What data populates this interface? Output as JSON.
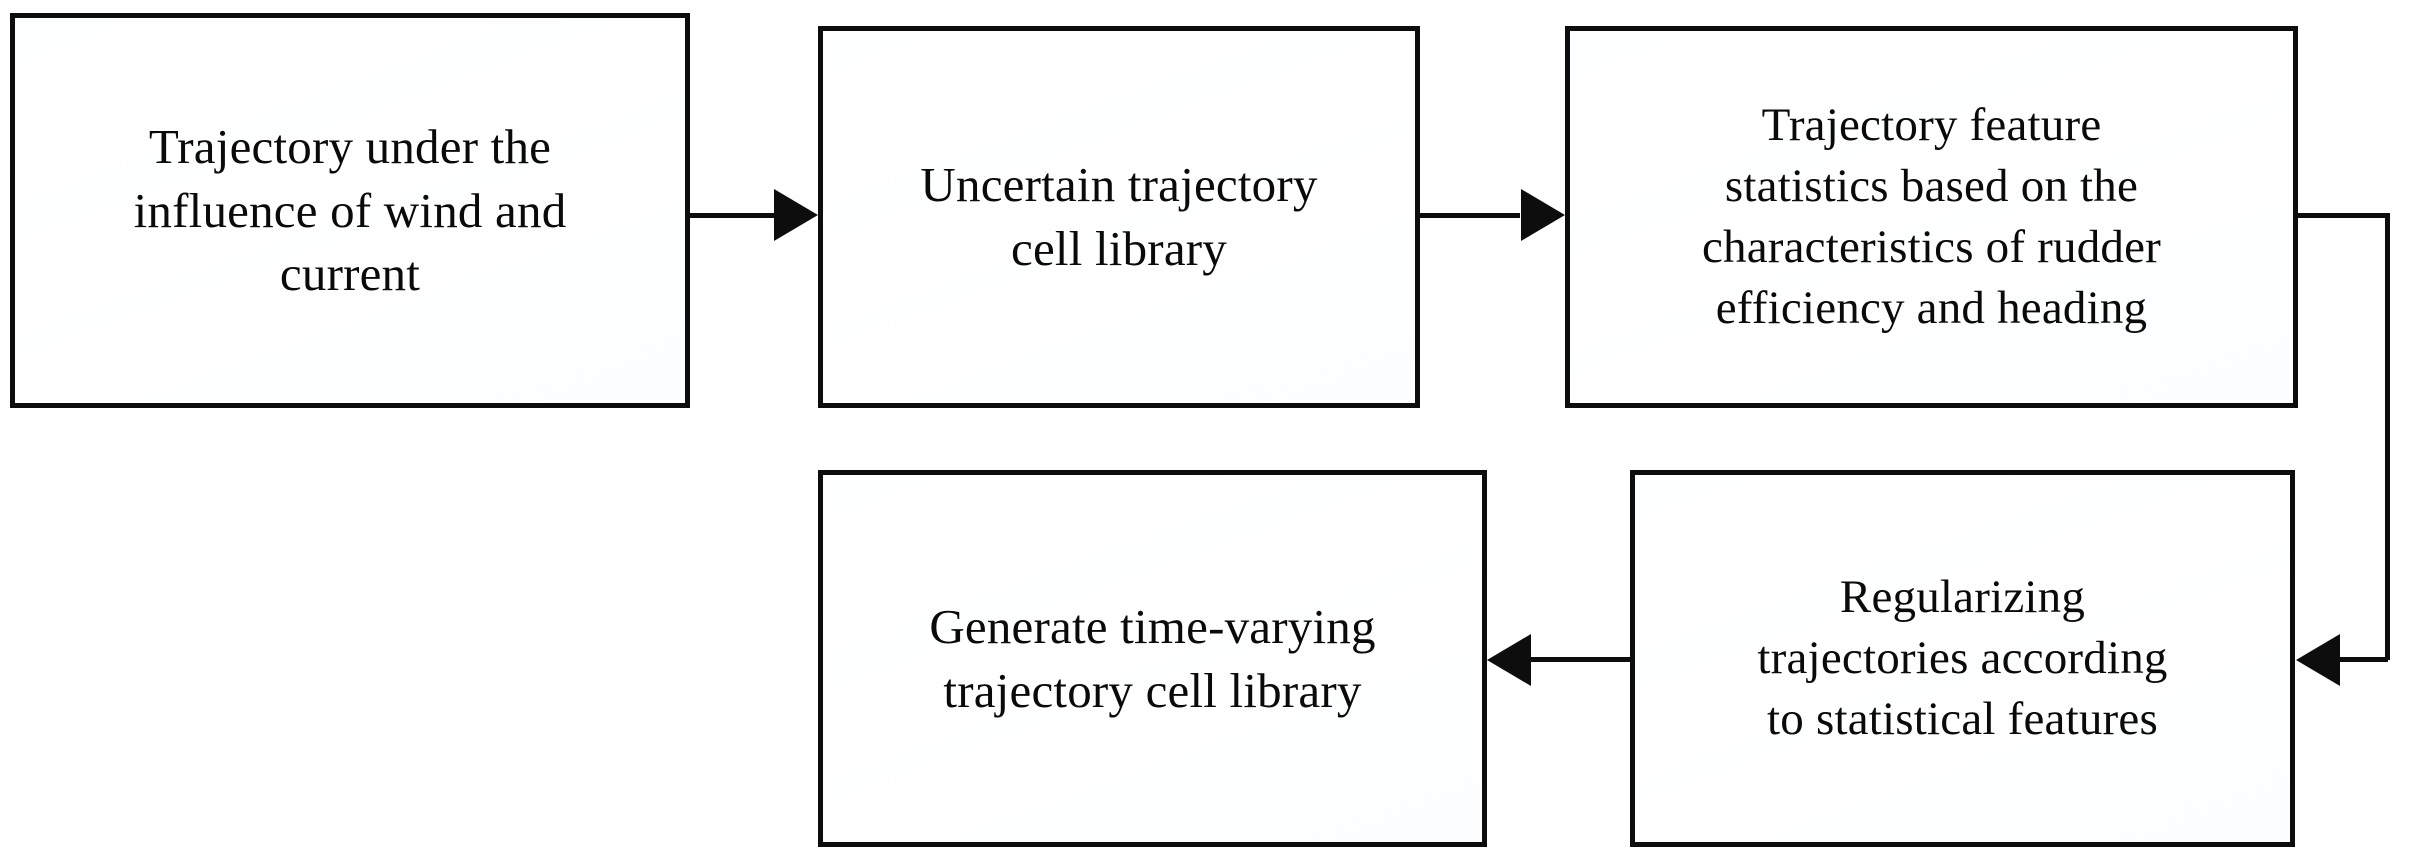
{
  "diagram": {
    "type": "flowchart",
    "orientation": "left-to-right, snake (row 1 left-to-right, row 2 right-to-left)",
    "background_color": "#ffffff",
    "node_border_color": "#0d0d0d",
    "node_fill_color": "#ffffff",
    "text_color": "#0a0a0a",
    "nodes": [
      {
        "id": "source",
        "label": "Trajectory under the\ninfluence of wind and\ncurrent",
        "row": 1,
        "order": 1
      },
      {
        "id": "uncertain",
        "label": "Uncertain trajectory\ncell library",
        "row": 1,
        "order": 2
      },
      {
        "id": "statistics",
        "label": "Trajectory feature\nstatistics based on the\ncharacteristics of rudder\nefficiency and heading",
        "row": 1,
        "order": 3
      },
      {
        "id": "regularize",
        "label": "Regularizing\ntrajectories according\nto statistical features",
        "row": 2,
        "order": 4
      },
      {
        "id": "generate",
        "label": "Generate time-varying\ntrajectory cell library",
        "row": 2,
        "order": 5
      }
    ],
    "edges": [
      {
        "id": "edge1",
        "from": "source",
        "to": "uncertain",
        "direction": "right",
        "style": "straight"
      },
      {
        "id": "edge2",
        "from": "uncertain",
        "to": "statistics",
        "direction": "right",
        "style": "straight"
      },
      {
        "id": "edge3",
        "from": "statistics",
        "to": "regularize",
        "direction": "left",
        "style": "elbow-right-down"
      },
      {
        "id": "edge4",
        "from": "regularize",
        "to": "generate",
        "direction": "left",
        "style": "straight"
      }
    ]
  }
}
